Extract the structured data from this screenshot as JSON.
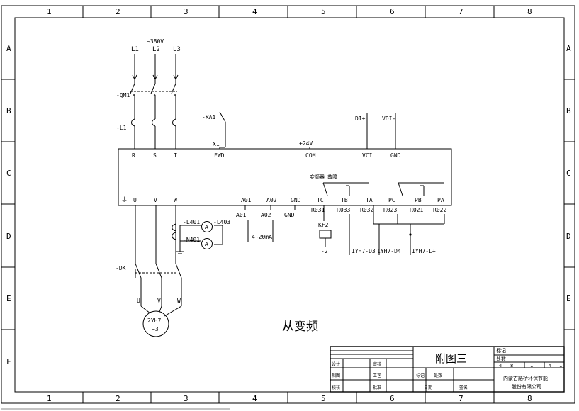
{
  "grid": {
    "columns": [
      "1",
      "2",
      "3",
      "4",
      "5",
      "6",
      "7",
      "8"
    ],
    "rows": [
      "A",
      "B",
      "C",
      "D",
      "E",
      "F"
    ]
  },
  "power": {
    "voltage": "~380V",
    "phases": [
      "L1",
      "L2",
      "L3"
    ],
    "breaker": "-QM1",
    "reactor": "-L1"
  },
  "inverter": {
    "inputs": [
      "R",
      "S",
      "T"
    ],
    "outputs": [
      "U",
      "V",
      "W"
    ],
    "ground_symbol": "⏚",
    "top_terminals": [
      "FWD",
      "COM",
      "VCI",
      "GND"
    ],
    "x1": "X1",
    "ka1": "-KA1",
    "plus24": "+24V",
    "di": "DI+",
    "vdi": "VDI-",
    "fault_label": "变频器 故障",
    "relay_top": [
      "TC",
      "TB",
      "TA",
      "PC",
      "PB",
      "PA"
    ],
    "analog_top": [
      "A01",
      "A02",
      "GND"
    ],
    "analog_bottom": [
      "A01",
      "A02",
      "GND"
    ],
    "analog_range": "4~20mA",
    "relay_bottom": [
      "R031",
      "R033",
      "R032",
      "R023",
      "R021",
      "R022"
    ]
  },
  "meters": {
    "l401": "-L401",
    "l403": "-L403",
    "n401": "-N401",
    "symbol": "A"
  },
  "kf": {
    "name": "KF2",
    "minus2": "-2"
  },
  "refs": [
    "1YH7-D3",
    "1YH7-D4",
    "1YH7-L+"
  ],
  "motor": {
    "contactor": "-DK",
    "terminals": [
      "U",
      "V",
      "W"
    ],
    "name": "2YH7",
    "phase": "~3"
  },
  "main_title": "从变频",
  "title_block": {
    "figure": "附图三",
    "company_line1": "内蒙古路桥环保节能",
    "company_line2": "股份有限公司",
    "sheet_labels": [
      "4",
      "8",
      "1",
      "4",
      "1"
    ],
    "small_cells": [
      "设计",
      "制图",
      "校核",
      "审核",
      "工艺",
      "批准",
      "标记",
      "处数",
      "日期",
      "签名"
    ]
  }
}
